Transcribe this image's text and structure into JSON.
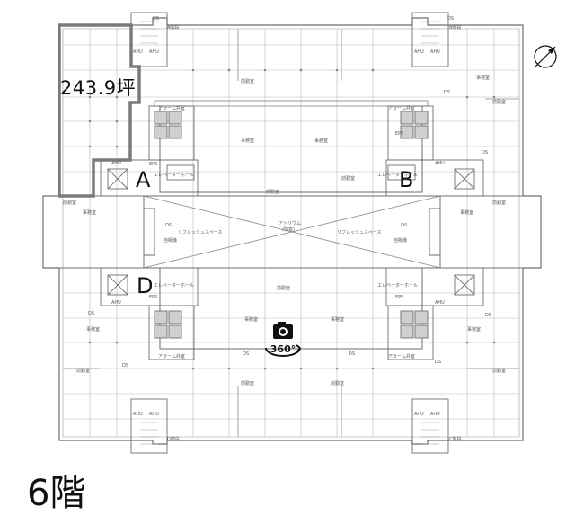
{
  "plan": {
    "area_label": "243.9坪",
    "floor_label": "6階",
    "core_letters": [
      "A",
      "B",
      "D"
    ],
    "view_badge": "360°",
    "room_labels": {
      "atrium": "アトリウム",
      "atrium_sub": "(吹抜)",
      "office": "事務室",
      "rest_room": "前勤室",
      "elevator_hall": "エレベーターホール",
      "refresh_space": "リフレッシュスペース",
      "alarm_valve": "アラーム弁室",
      "ahu": "AHU",
      "ds": "DS",
      "eps": "EPS",
      "ps": "PS",
      "dshaft": "自販機"
    }
  },
  "icons": [
    "camera-360-icon",
    "north-compass-icon"
  ],
  "colors": {
    "line": "#6e6e6e",
    "grid": "#b9b9b9",
    "highlight": "#7a7a7a",
    "text": "#111111"
  }
}
